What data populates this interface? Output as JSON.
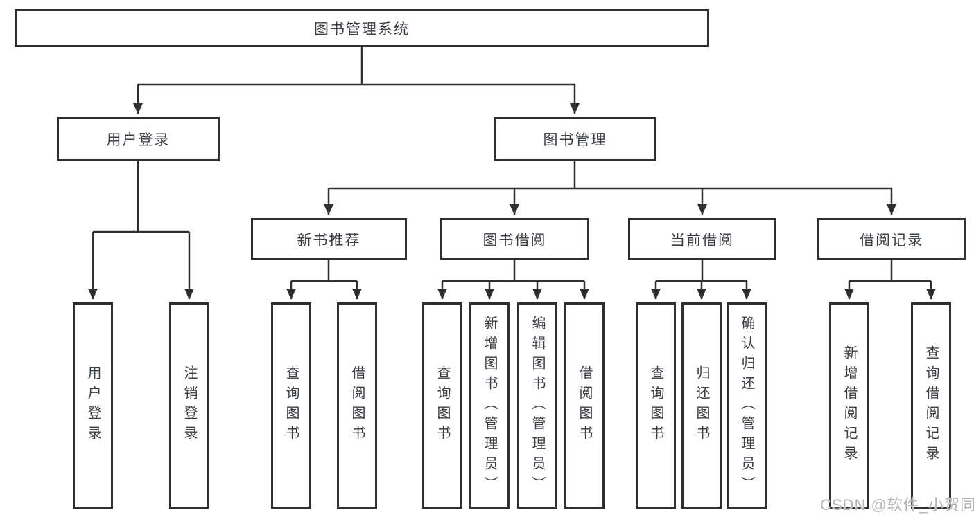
{
  "tree": {
    "label": "图书管理系统",
    "children": [
      {
        "label": "用户登录",
        "children": [
          {
            "label": "用户登录"
          },
          {
            "label": "注销登录"
          }
        ]
      },
      {
        "label": "图书管理",
        "children": [
          {
            "label": "新书推荐",
            "children": [
              {
                "label": "查询图书"
              },
              {
                "label": "借阅图书"
              }
            ]
          },
          {
            "label": "图书借阅",
            "children": [
              {
                "label": "查询图书"
              },
              {
                "label": "新增图书（管理员）"
              },
              {
                "label": "编辑图书（管理员）"
              },
              {
                "label": "借阅图书"
              }
            ]
          },
          {
            "label": "当前借阅",
            "children": [
              {
                "label": "查询图书"
              },
              {
                "label": "归还图书"
              },
              {
                "label": "确认归还（管理员）"
              }
            ]
          },
          {
            "label": "借阅记录",
            "children": [
              {
                "label": "新增借阅记录"
              },
              {
                "label": "查询借阅记录"
              }
            ]
          }
        ]
      }
    ]
  },
  "watermark": {
    "text": "CSDN @软件_小贺同学"
  },
  "colors": {
    "line": "#2f2f2f",
    "box_border": "#2f2f2f",
    "text": "#3a3e45",
    "watermark": "#b2b6ba",
    "background": "#ffffff"
  }
}
